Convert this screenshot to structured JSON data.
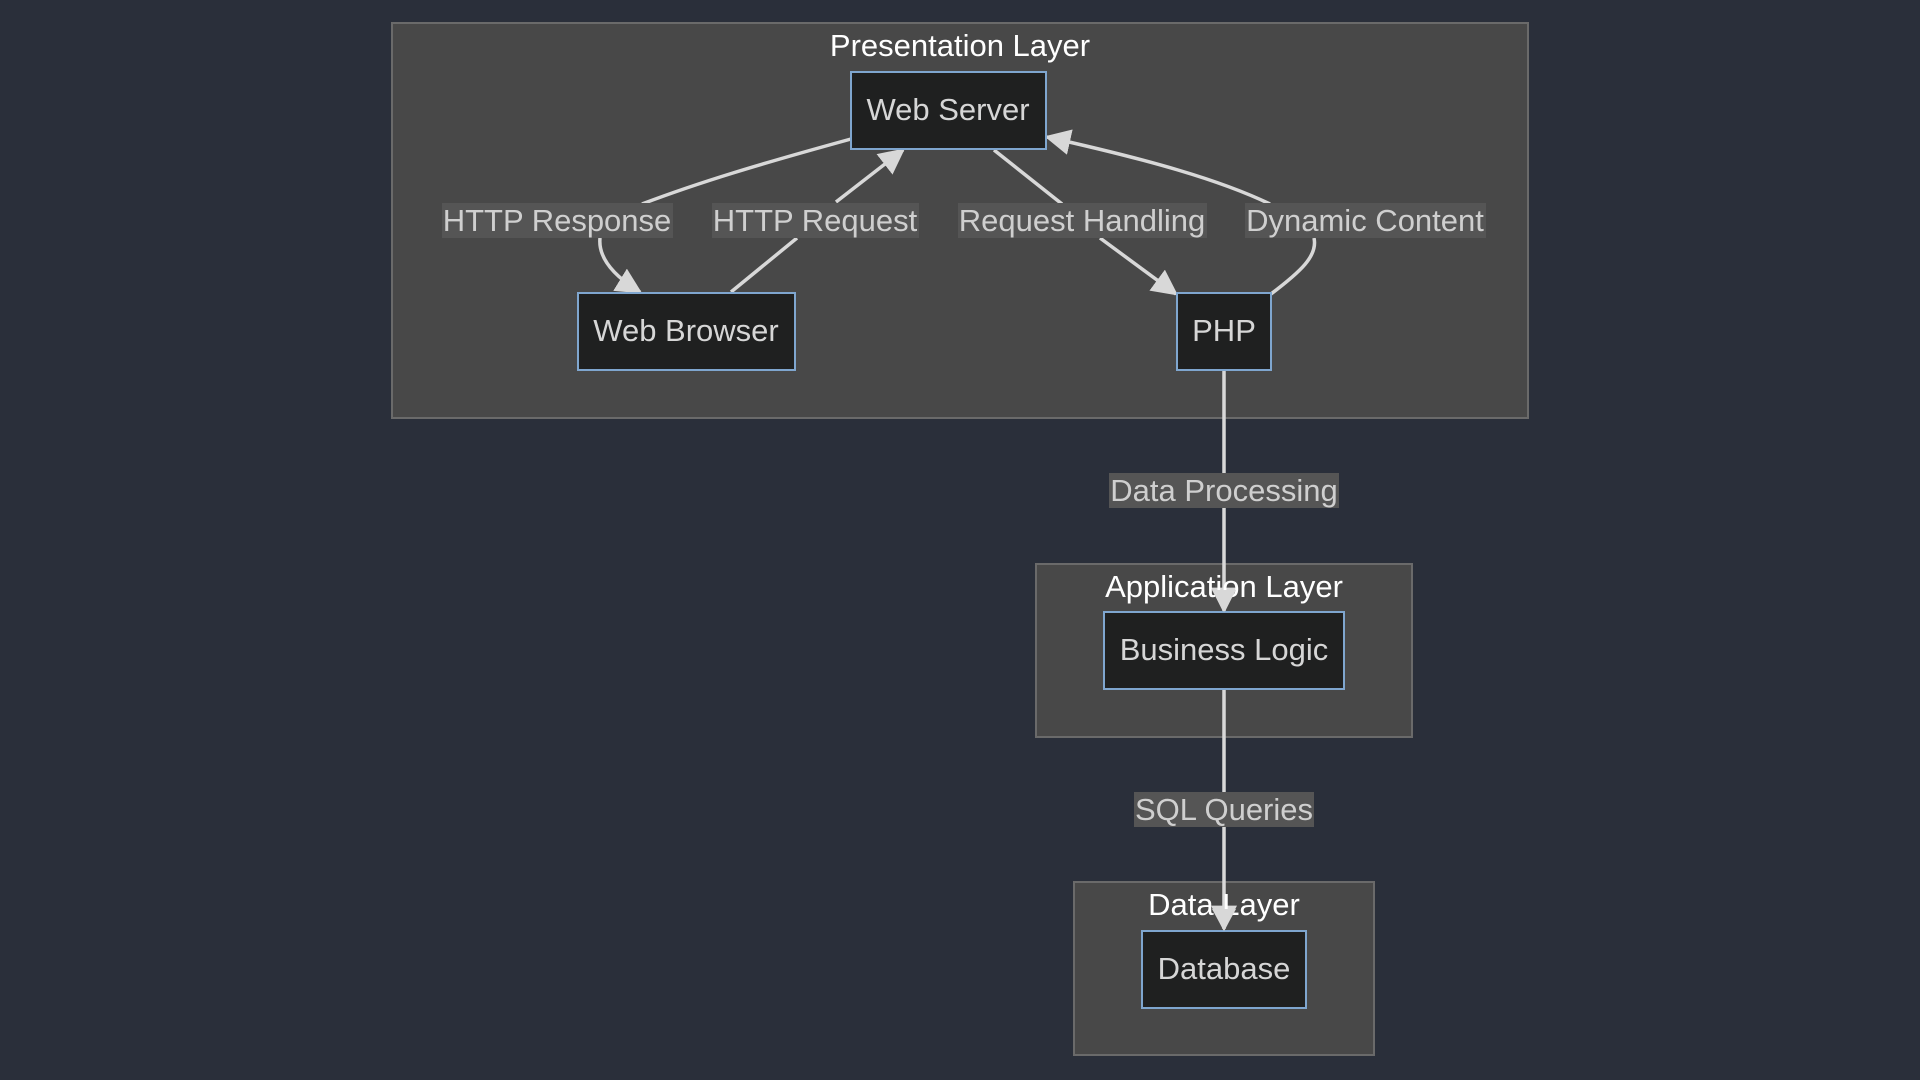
{
  "clusters": {
    "presentation": "Presentation Layer",
    "application": "Application Layer",
    "data": "Data Layer"
  },
  "nodes": {
    "web_server": "Web Server",
    "web_browser": "Web Browser",
    "php": "PHP",
    "business_logic": "Business Logic",
    "database": "Database"
  },
  "edges": {
    "http_response": "HTTP Response",
    "http_request": "HTTP Request",
    "request_handling": "Request Handling",
    "dynamic_content": "Dynamic Content",
    "data_processing": "Data Processing",
    "sql_queries": "SQL Queries"
  },
  "colors": {
    "background": "#2a2f3a",
    "cluster_fill": "#484848",
    "cluster_border": "#6a6a6a",
    "node_fill": "#1f2020",
    "node_border": "#7fa6cf",
    "edge": "#d8d8d8",
    "edge_label_bg": "#555555"
  }
}
